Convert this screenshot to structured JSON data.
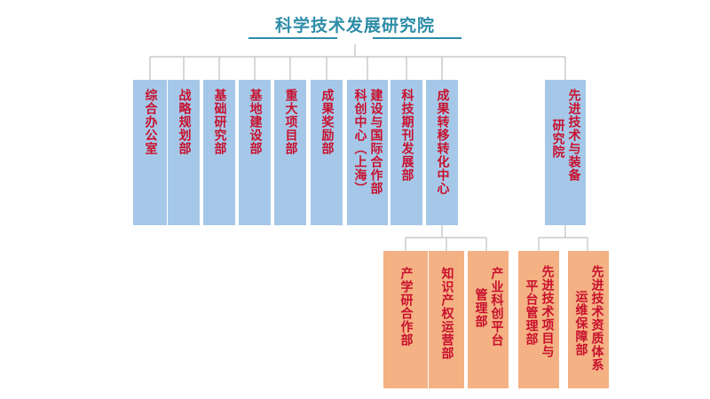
{
  "title": "科学技术发展研究院",
  "top_units": [
    {
      "id": "b1",
      "lines": [
        "综合办公室"
      ]
    },
    {
      "id": "b2",
      "lines": [
        "战略规划部"
      ]
    },
    {
      "id": "b3",
      "lines": [
        "基础研究部"
      ]
    },
    {
      "id": "b4",
      "lines": [
        "基地建设部"
      ]
    },
    {
      "id": "b5",
      "lines": [
        "重大项目部"
      ]
    },
    {
      "id": "b6",
      "lines": [
        "成果奖励部"
      ]
    },
    {
      "id": "b7",
      "lines": [
        "建设与国际合作部",
        "科创中心（上海）"
      ]
    },
    {
      "id": "b8",
      "lines": [
        "科技期刊发展部"
      ]
    },
    {
      "id": "b9",
      "lines": [
        "成果转移转化中心"
      ]
    },
    {
      "id": "b10",
      "lines": [
        "先进技术与装备",
        "研究院"
      ]
    }
  ],
  "sub_units_transfer": [
    {
      "id": "o1",
      "lines": [
        "产学研合作部"
      ]
    },
    {
      "id": "o2",
      "lines": [
        "知识产权运营部"
      ]
    },
    {
      "id": "o3",
      "lines": [
        "产业科创平台",
        "管理部"
      ]
    }
  ],
  "sub_units_institute": [
    {
      "id": "o4",
      "lines": [
        "先进技术项目与",
        "平台管理部"
      ]
    },
    {
      "id": "o5",
      "lines": [
        "先进技术资质体系",
        "运维保障部"
      ]
    }
  ],
  "colors": {
    "title": "#2e8da8",
    "text": "#c8102e",
    "blue_box": "#a6c8e8",
    "orange_box": "#f4b183",
    "line": "#bfbfbf"
  }
}
